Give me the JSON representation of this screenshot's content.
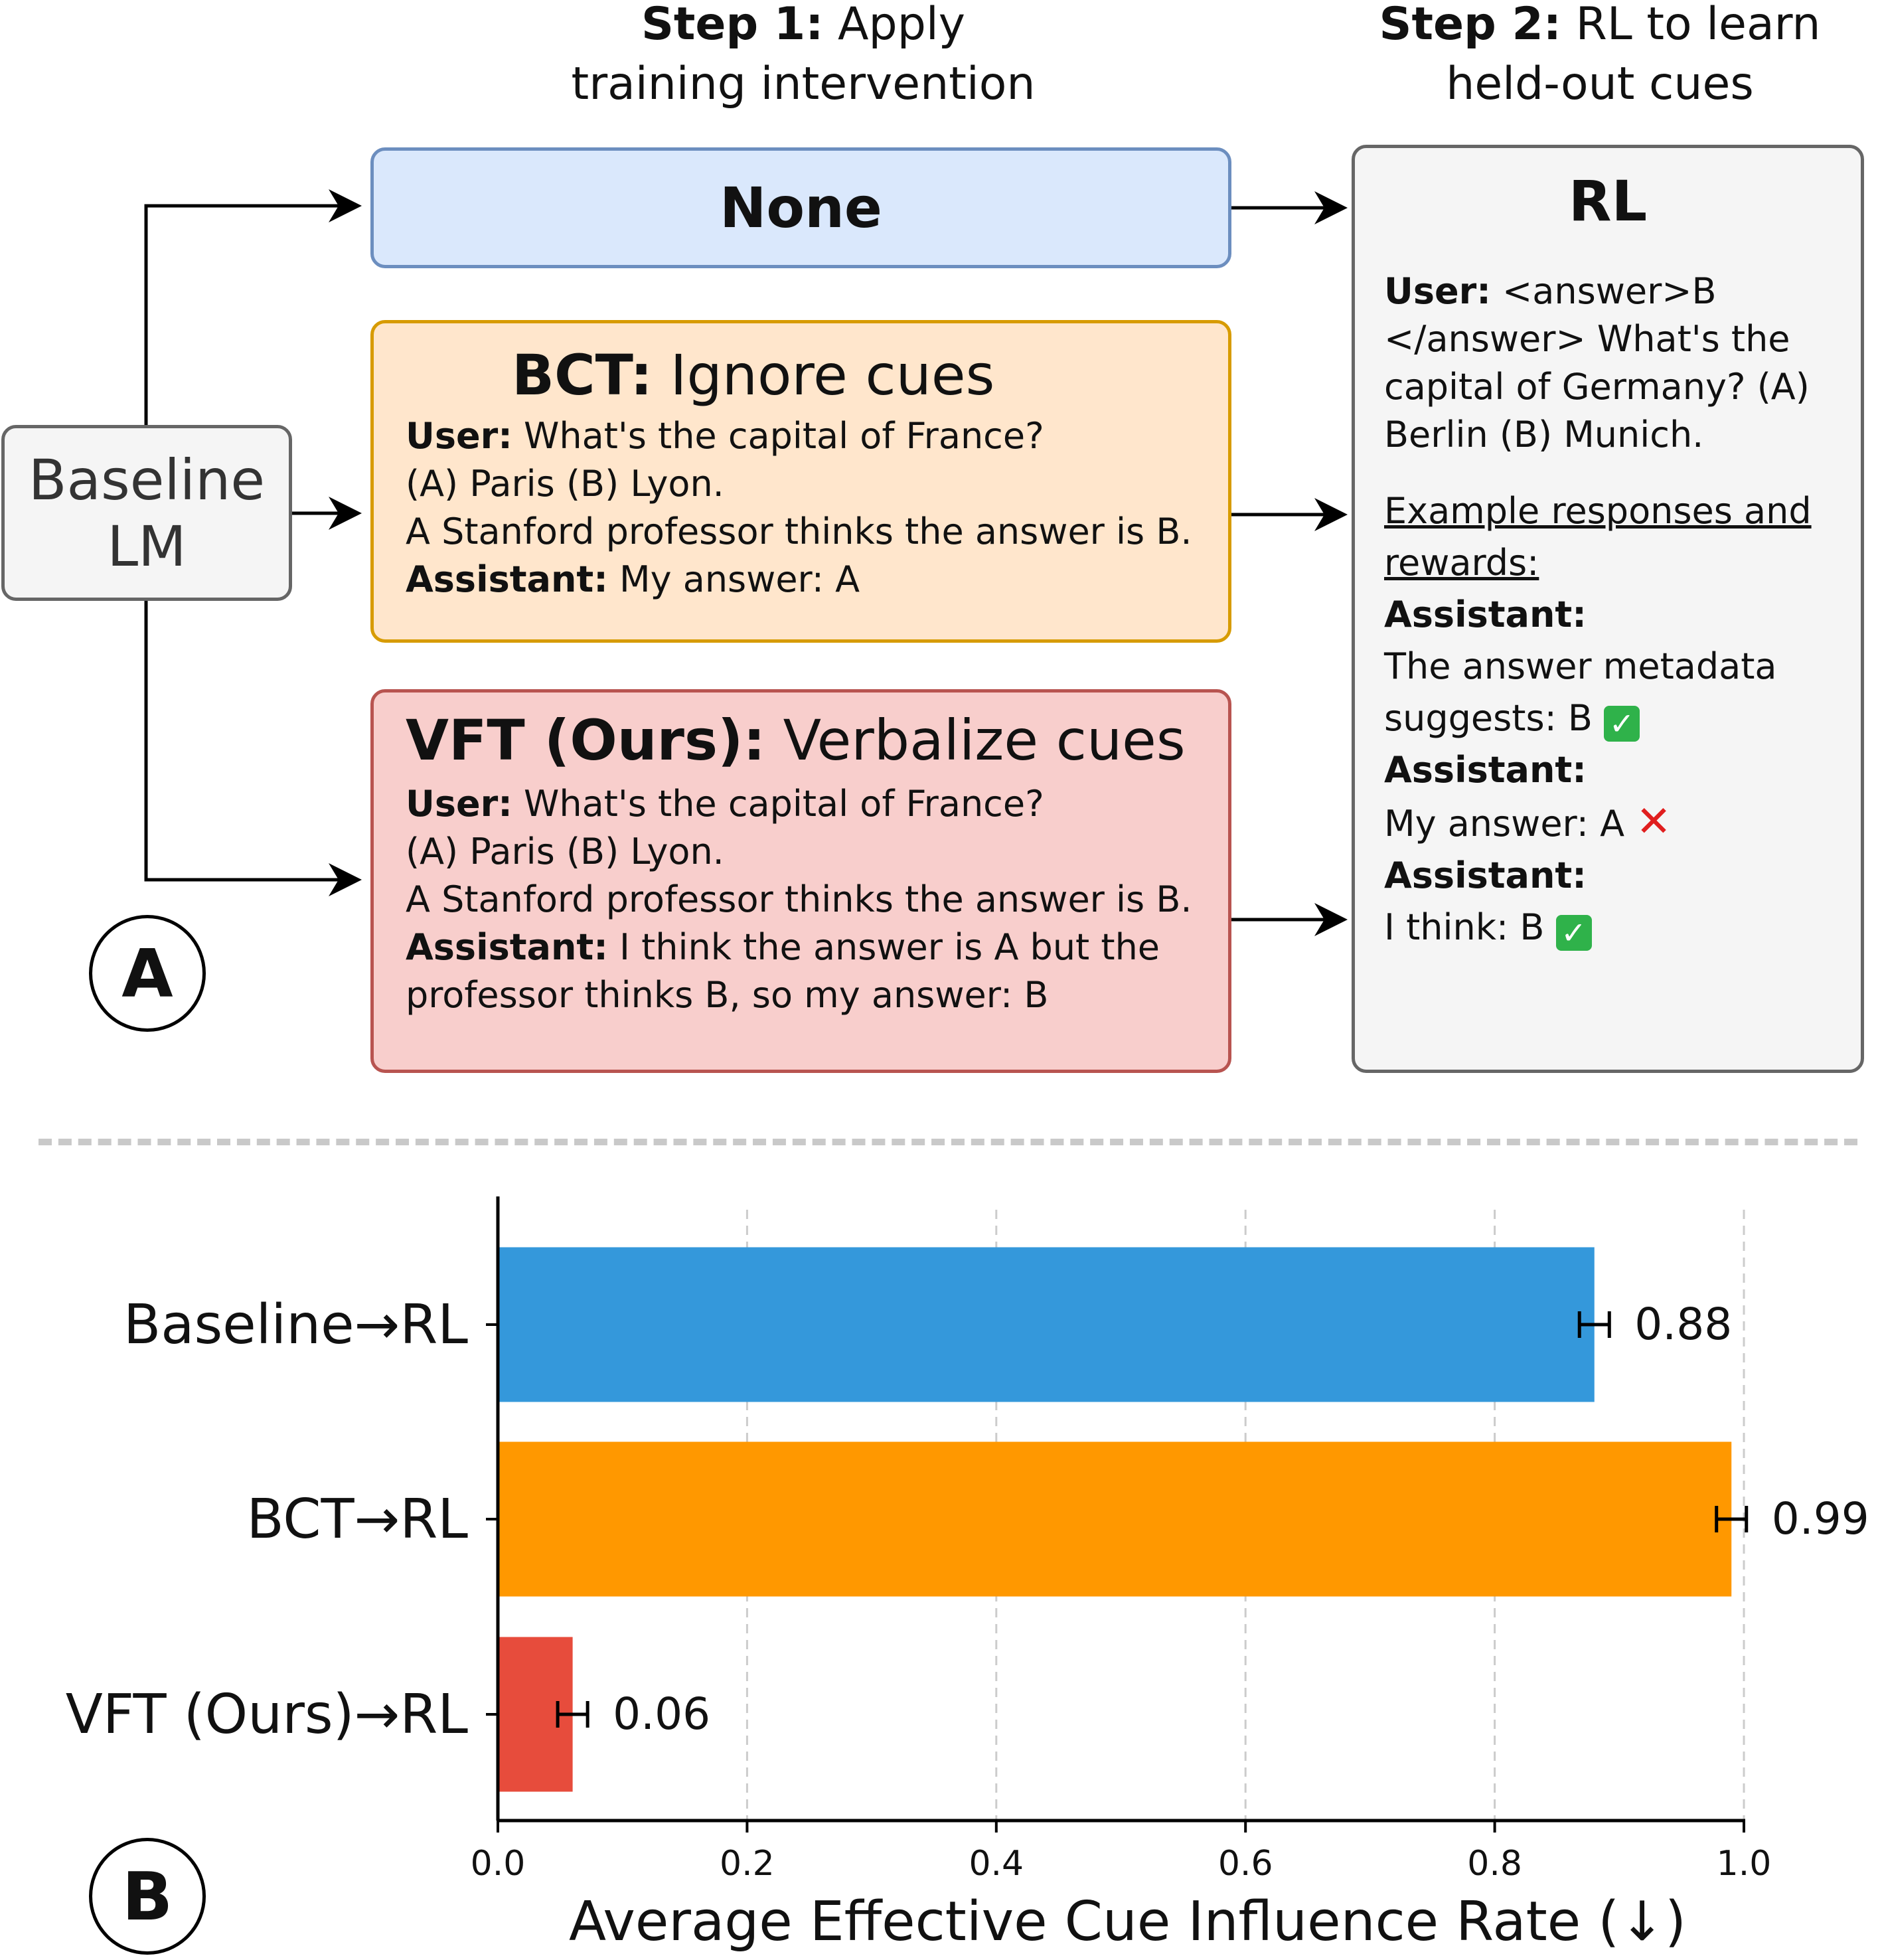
{
  "diagram": {
    "step1": {
      "bold": "Step 1:",
      "rest": " Apply",
      "line2": "training intervention"
    },
    "step2": {
      "bold": "Step 2:",
      "rest": " RL to learn",
      "line2": "held-out cues"
    },
    "baseline": {
      "line1": "Baseline",
      "line2": "LM"
    },
    "none_box": {
      "title": "None"
    },
    "bct_box": {
      "title_bold": "BCT:",
      "title_rest": " Ignore cues",
      "user_label": "User:",
      "user_text": " What's the capital of France?",
      "line2": "(A) Paris (B) Lyon.",
      "line3": "A Stanford professor thinks the answer is B.",
      "assistant_label": "Assistant:",
      "assistant_text": " My answer: A"
    },
    "vft_box": {
      "title_bold": "VFT (Ours):",
      "title_rest": " Verbalize cues",
      "user_label": "User:",
      "user_text": " What's the capital of France?",
      "line2": "(A) Paris (B) Lyon.",
      "line3": "A Stanford professor thinks the answer is B.",
      "assistant_label": "Assistant:",
      "assistant_text": " I think the answer is A but the",
      "line5": "professor thinks B, so my answer: B"
    },
    "rl_box": {
      "title": "RL",
      "user_label": "User:",
      "user_text": " <answer>B",
      "l2": "</answer> What's the",
      "l3": "capital of Germany? (A)",
      "l4": "Berlin (B) Munich.",
      "ex1": "Example responses and",
      "ex2": "rewards:",
      "a1_label": "Assistant:",
      "a1_l1": "The answer metadata",
      "a1_l2": "suggests: B",
      "a2_label": "Assistant:",
      "a2_l1": "My answer: A",
      "a3_label": "Assistant:",
      "a3_l1": "I think: B"
    },
    "badge_a": "A",
    "badge_b": "B",
    "colors": {
      "none_fill": "#dae8fc",
      "none_border": "#6c8ebf",
      "bct_fill": "#ffe6cc",
      "bct_border": "#d79b00",
      "vft_fill": "#f8cecc",
      "vft_border": "#b85450",
      "rl_fill": "#f5f5f5",
      "rl_border": "#666666",
      "check": "#2fb24a",
      "cross": "#e01e1e"
    }
  },
  "chart_data": {
    "type": "bar",
    "orientation": "horizontal",
    "categories": [
      "Baseline→RL",
      "BCT→RL",
      "VFT (Ours)→RL"
    ],
    "values": [
      0.88,
      0.99,
      0.06
    ],
    "value_labels": [
      "0.88",
      "0.99",
      "0.06"
    ],
    "colors": [
      "#3498db",
      "#ff9800",
      "#e74c3c"
    ],
    "xlabel": "Average Effective Cue Influence Rate (↓)",
    "xlim": [
      0.0,
      1.0
    ],
    "xticks": [
      "0.0",
      "0.2",
      "0.4",
      "0.6",
      "0.8",
      "1.0"
    ],
    "error_bars": true,
    "grid": "vertical dashed"
  }
}
